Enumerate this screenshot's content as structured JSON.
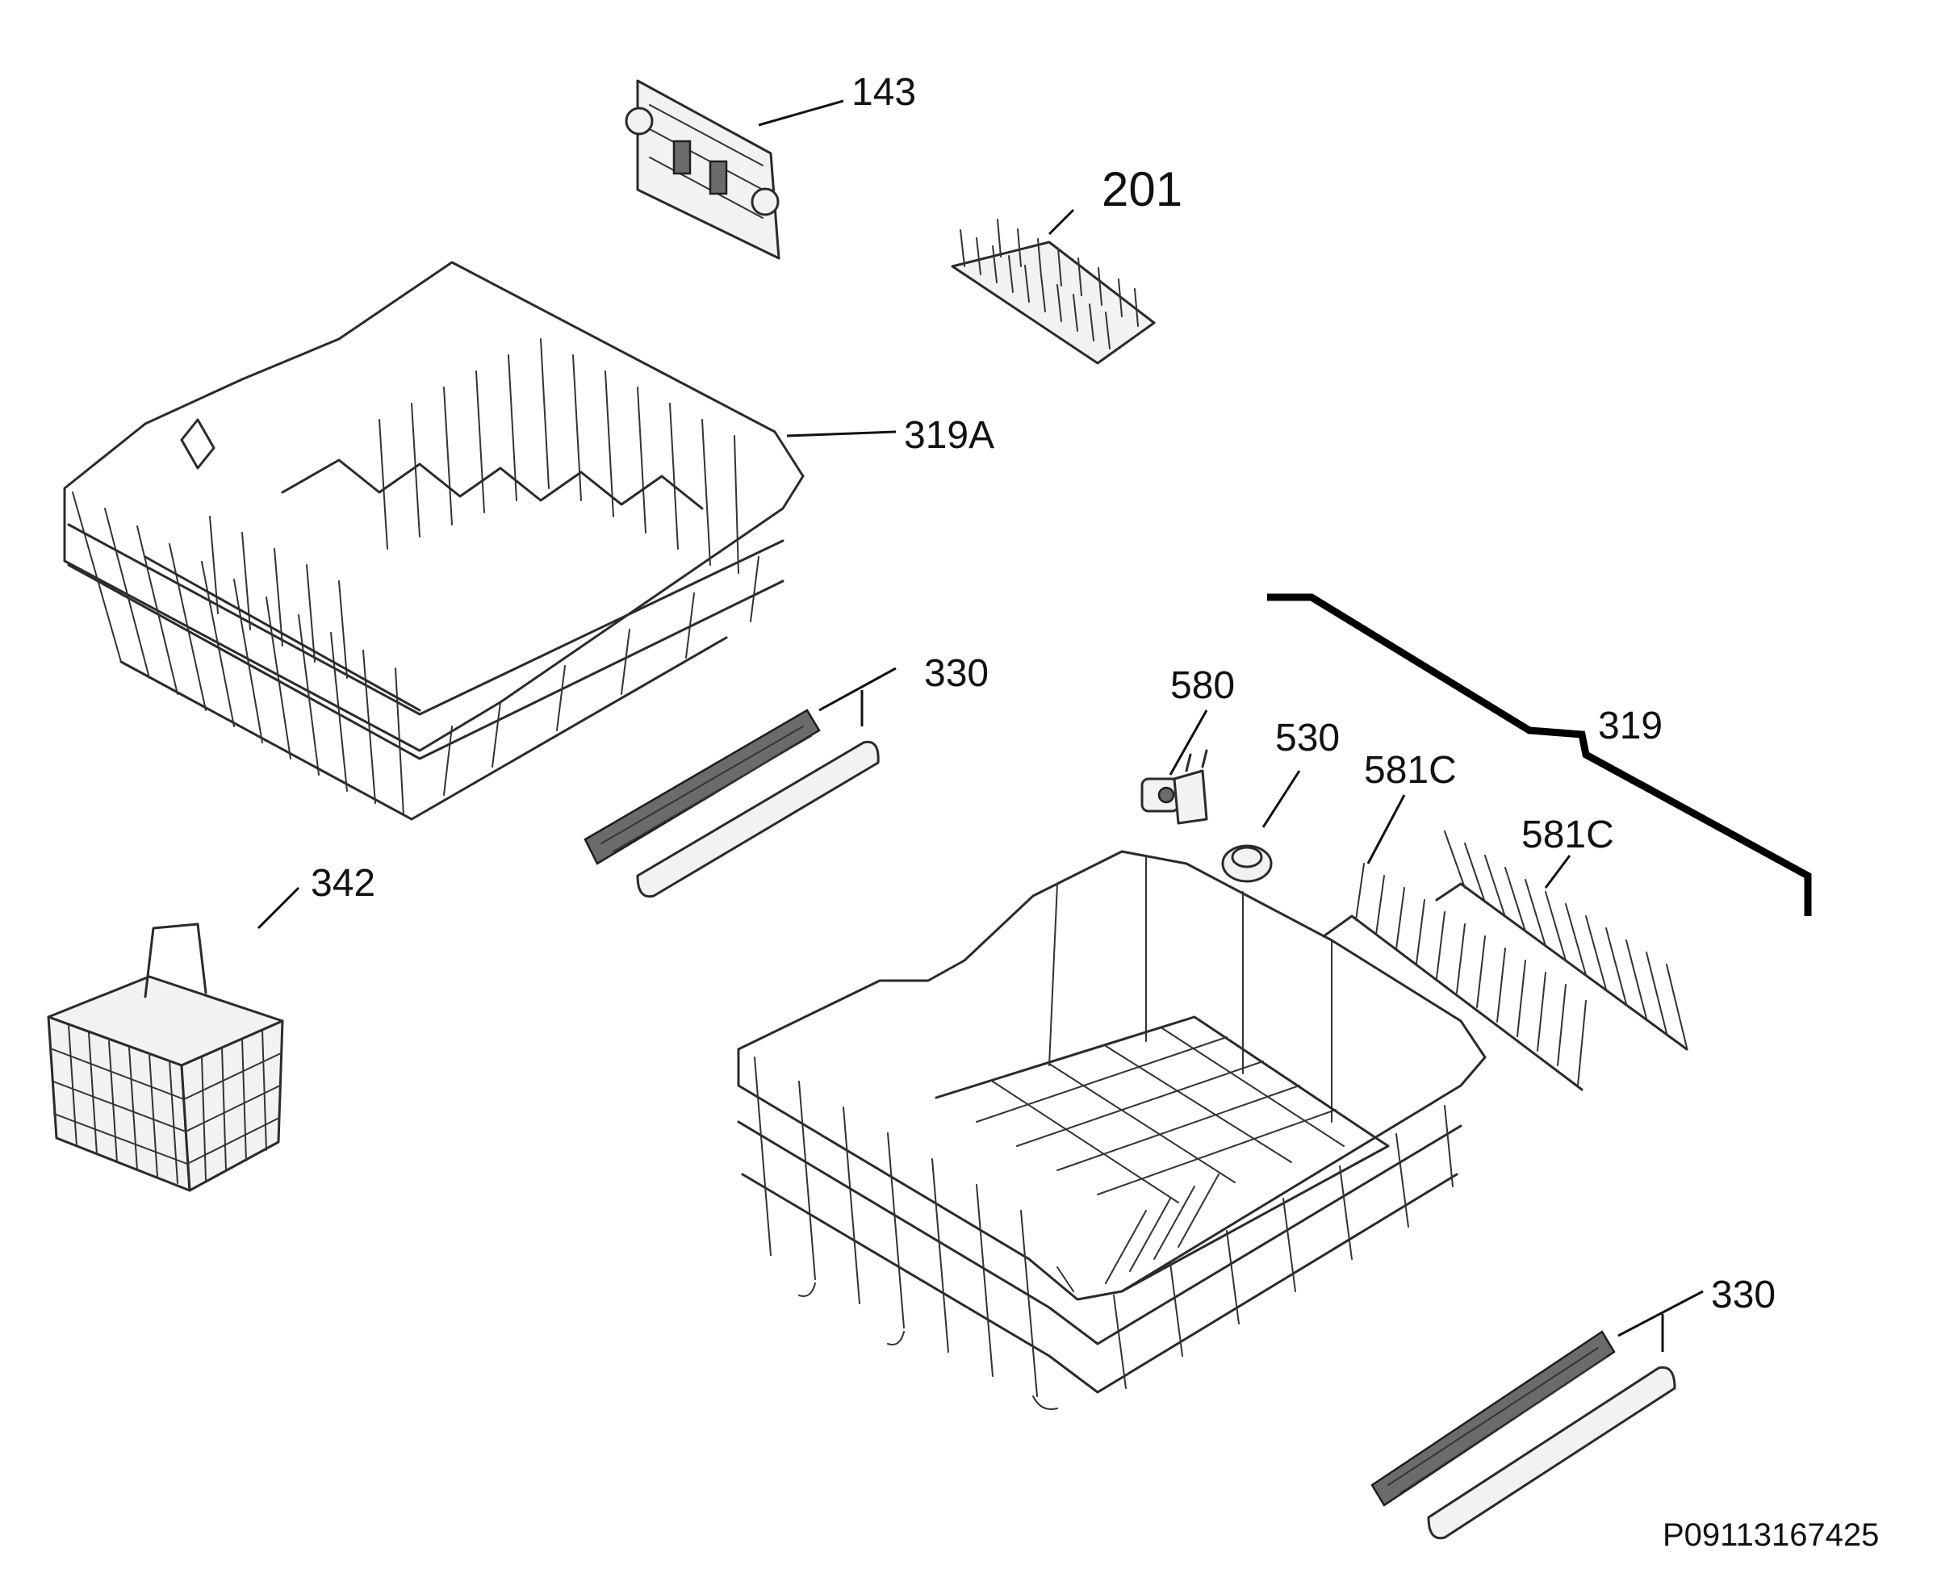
{
  "diagram": {
    "labels": {
      "p143": "143",
      "p201": "201",
      "p319A": "319A",
      "p330_upper": "330",
      "p342": "342",
      "p580": "580",
      "p530": "530",
      "p581C_left": "581C",
      "p581C_right": "581C",
      "p319": "319",
      "p330_lower": "330"
    },
    "drawing_code": "P09113167425"
  }
}
